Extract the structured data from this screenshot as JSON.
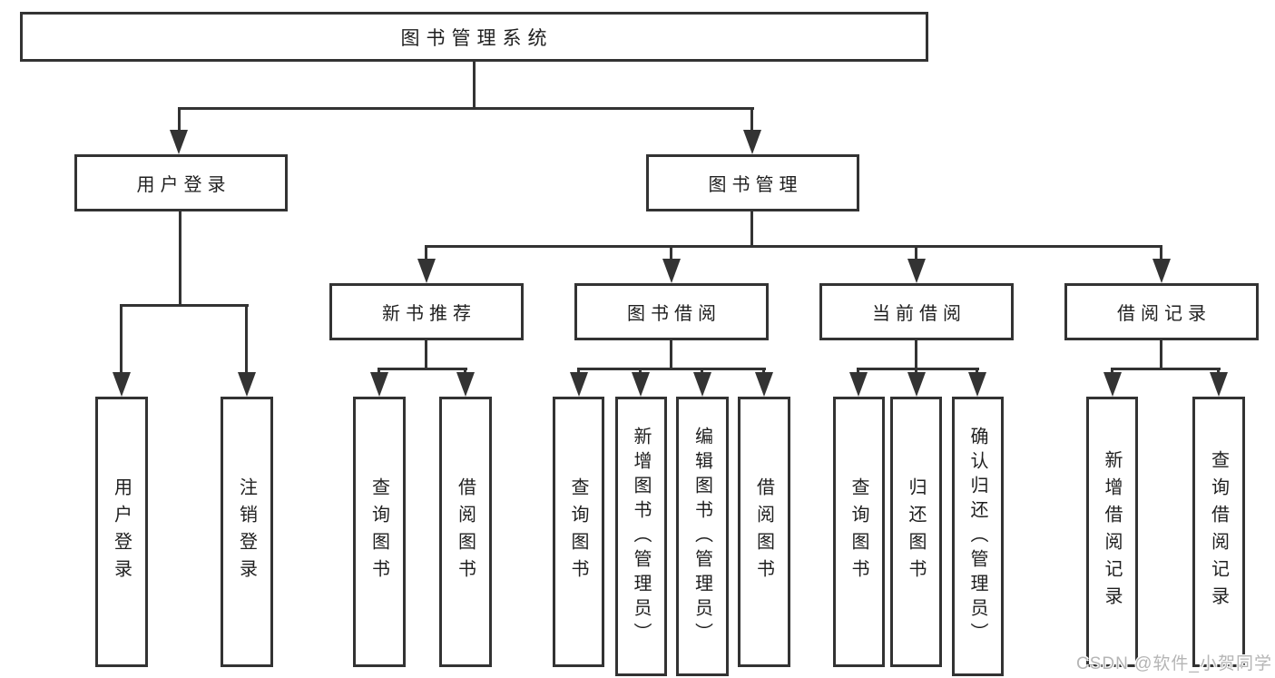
{
  "diagram": {
    "root": "图书管理系统",
    "user_login": {
      "label": "用户登录",
      "children": [
        "用户登录",
        "注销登录"
      ]
    },
    "book_management": {
      "label": "图书管理",
      "sections": [
        {
          "label": "新书推荐",
          "children": [
            "查询图书",
            "借阅图书"
          ]
        },
        {
          "label": "图书借阅",
          "children": [
            "查询图书",
            "新增图书（管理员）",
            "编辑图书（管理员）",
            "借阅图书"
          ]
        },
        {
          "label": "当前借阅",
          "children": [
            "查询图书",
            "归还图书",
            "确认归还（管理员）"
          ]
        },
        {
          "label": "借阅记录",
          "children": [
            "新增借阅记录",
            "查询借阅记录"
          ]
        }
      ]
    }
  },
  "watermark": "CSDN @软件_小贺同学",
  "colors": {
    "line": "#333333",
    "text": "#1f1f1f",
    "background": "#ffffff",
    "watermark_text": "#b5b5b5"
  }
}
